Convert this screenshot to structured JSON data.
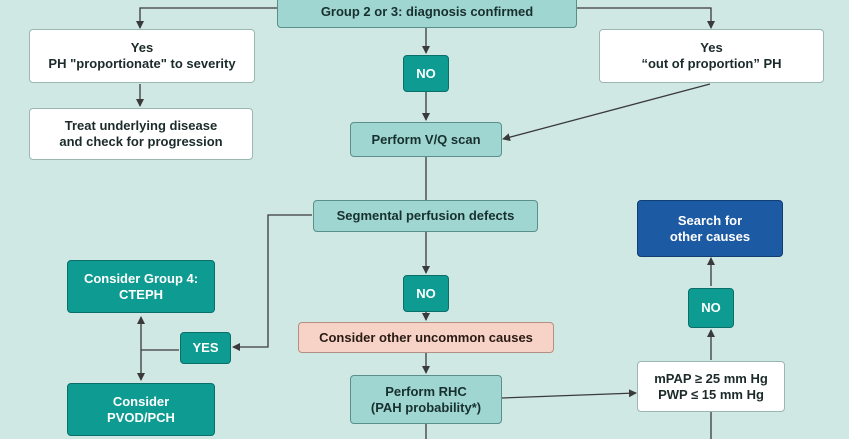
{
  "colors": {
    "background": "#cfe8e4",
    "teal": "#0e9b92",
    "light_teal": "#9fd6d1",
    "pink": "#f6d3c6",
    "navy": "#1c5aa3",
    "line": "#3a3a3a"
  },
  "nodes": {
    "diagnosis": "Group 2 or 3: diagnosis confirmed",
    "yes_proportionate_line1": "Yes",
    "yes_proportionate_line2": "PH \"proportionate\" to severity",
    "yes_out_line1": "Yes",
    "yes_out_line2": "“out of proportion” PH",
    "no_1": "NO",
    "treat_line1": "Treat underlying disease",
    "treat_line2": "and check for progression",
    "vq_scan": "Perform V/Q scan",
    "segmental": "Segmental perfusion defects",
    "search_line1": "Search for",
    "search_line2": "other causes",
    "group4_line1": "Consider Group 4:",
    "group4_line2": "CTEPH",
    "no_2": "NO",
    "no_3": "NO",
    "yes": "YES",
    "uncommon": "Consider other uncommon causes",
    "rhc_line1": "Perform RHC",
    "rhc_line2": "(PAH probability*)",
    "mpap": "mPAP ≥ 25 mm Hg",
    "pwp": "PWP ≤ 15 mm Hg",
    "pvod_line1": "Consider",
    "pvod_line2": "PVOD/PCH"
  }
}
